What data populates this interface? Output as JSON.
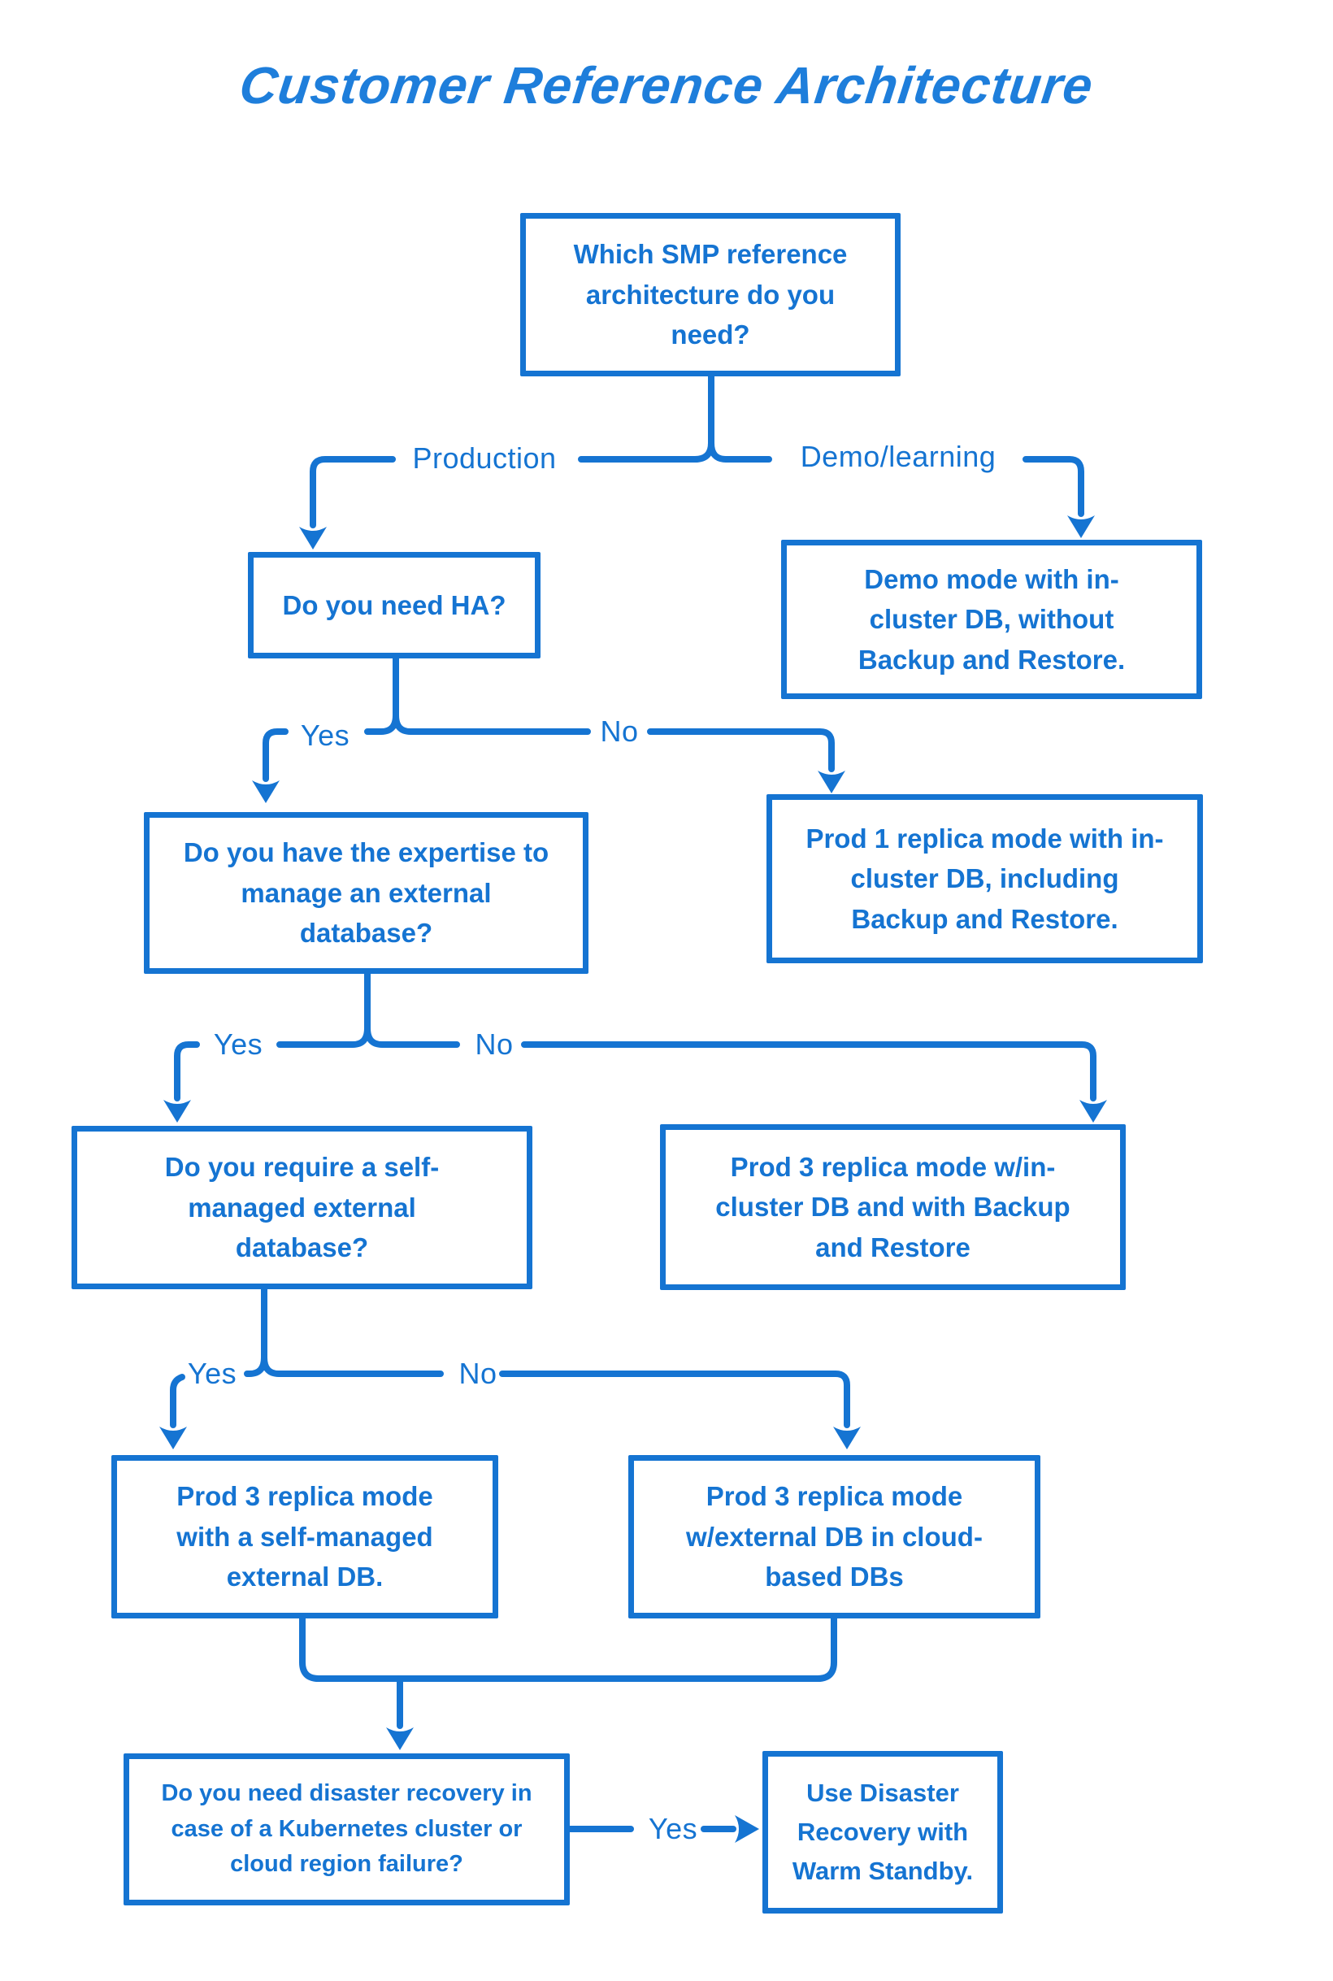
{
  "title": "Customer Reference Architecture",
  "colors": {
    "accent": "#1574d2",
    "title": "#1e7edb",
    "background": "#ffffff"
  },
  "flowchart": {
    "nodes": {
      "q_architecture": {
        "type": "decision",
        "text": "Which SMP reference architecture do you need?"
      },
      "q_ha": {
        "type": "decision",
        "text": "Do you need HA?"
      },
      "demo_mode": {
        "type": "outcome",
        "text": "Demo mode with in-cluster DB, without Backup and Restore."
      },
      "q_expertise": {
        "type": "decision",
        "text": "Do you have the expertise to manage an external database?"
      },
      "prod1_incluster": {
        "type": "outcome",
        "text": "Prod 1 replica mode with in-cluster DB, including Backup and Restore."
      },
      "q_self_managed": {
        "type": "decision",
        "text": "Do you require a self-managed external database?"
      },
      "prod3_incluster": {
        "type": "outcome",
        "text": "Prod 3 replica mode w/in-cluster DB and with Backup and Restore"
      },
      "prod3_self_managed": {
        "type": "outcome",
        "text": "Prod 3 replica mode with a self-managed external DB."
      },
      "prod3_cloud": {
        "type": "outcome",
        "text": "Prod 3 replica mode w/external DB in cloud-based DBs"
      },
      "q_disaster_recovery": {
        "type": "decision",
        "text": "Do you need disaster recovery in case of a Kubernetes cluster or cloud region failure?"
      },
      "warm_standby": {
        "type": "outcome",
        "text": "Use Disaster Recovery with Warm Standby."
      }
    },
    "edge_labels": {
      "production": "Production",
      "demo_learning": "Demo/learning",
      "ha_yes": "Yes",
      "ha_no": "No",
      "expertise_yes": "Yes",
      "expertise_no": "No",
      "self_managed_yes": "Yes",
      "self_managed_no": "No",
      "dr_yes": "Yes"
    }
  }
}
